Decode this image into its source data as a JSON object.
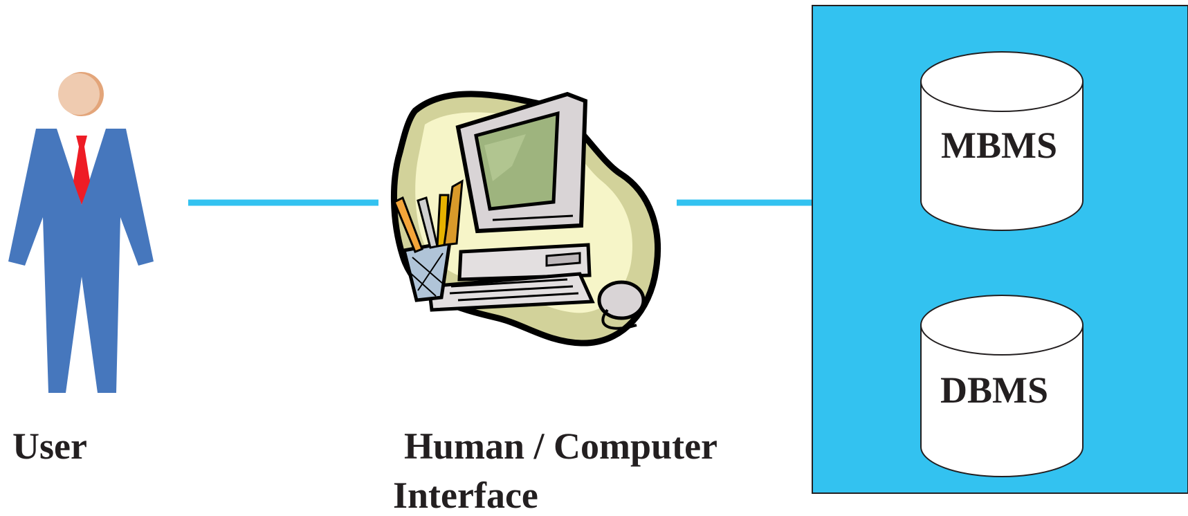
{
  "labels": {
    "user": "User",
    "interface_line1": "Human / Computer",
    "interface_line2": "Interface"
  },
  "components": {
    "mbms": "MBMS",
    "dbms": "DBMS"
  },
  "colors": {
    "connector": "#33c2f0",
    "system_box": "#33c2f0",
    "person_suit": "#4677bd",
    "person_tie": "#ee1c25",
    "person_head": "#efcbb0",
    "text": "#231f20"
  },
  "icons": {
    "user": "person-icon",
    "interface": "computer-icon",
    "storage": "database-cylinder-icon"
  }
}
